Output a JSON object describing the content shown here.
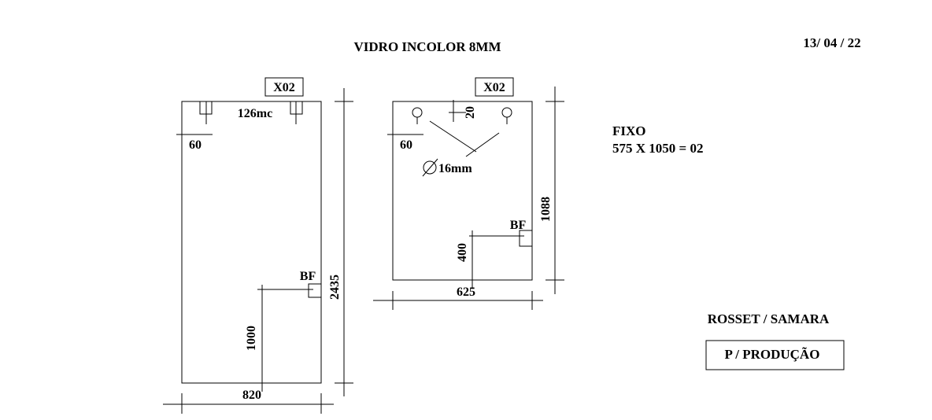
{
  "header": {
    "title": "VIDRO INCOLOR 8MM",
    "date": "13/ 04 / 22"
  },
  "panel_left": {
    "tag": "X02",
    "hinge_spacing": "126mc",
    "edge_offset": "60",
    "lock_label": "BF",
    "lock_height": "1000",
    "width": "820",
    "height": "2435"
  },
  "panel_right": {
    "tag": "X02",
    "top_offset": "20",
    "edge_offset": "60",
    "hole_diameter": "16mm",
    "lock_label": "BF",
    "lock_height": "400",
    "width": "625",
    "height": "1088"
  },
  "notes": {
    "type": "FIXO",
    "spec": "575 X 1050 = 02",
    "client": "ROSSET / SAMARA",
    "stamp": "P / PRODUÇÃO"
  }
}
